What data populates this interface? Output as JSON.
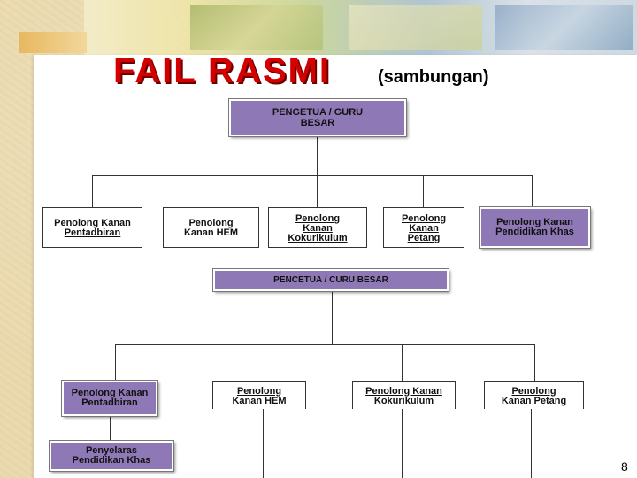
{
  "slide": {
    "title": "FAIL RASMI",
    "subtitle": "(sambungan)",
    "page_number": "8"
  },
  "chart1": {
    "root": "PENGETUA / GURU BESAR",
    "children": [
      "Penolong Kanan Pentadbiran",
      "Penolong Kanan HEM",
      "Penolong Kanan Kokurikulum",
      "Penolong Kanan Petang",
      "Penolong Kanan Pendidikan Khas"
    ]
  },
  "chart2": {
    "root": "PENCETUA / CURU BESAR",
    "children": [
      "Penolong Kanan Pentadbiran",
      "Penolong Kanan HEM",
      "Penolong Kanan Kokurikulum",
      "Penolong Kanan Petang"
    ],
    "sub": "Penyelaras Pendidikan Khas"
  },
  "colors": {
    "title_red": "#d40000",
    "box_purple": "#8e78b5"
  }
}
